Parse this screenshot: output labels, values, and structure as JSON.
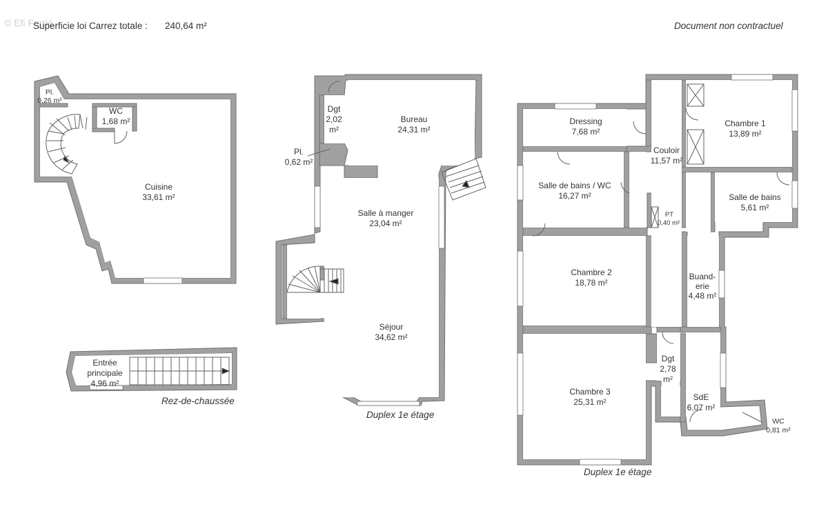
{
  "header": {
    "watermark": "© Efi Ferrié",
    "total_area_label": "Superficie loi Carrez totale :",
    "total_area_value": "240,64 m²",
    "disclaimer": "Document non contractuel"
  },
  "captions": {
    "ground_floor": "Rez-de-chaussée",
    "duplex_mid": "Duplex 1e étage",
    "duplex_right": "Duplex 1e étage"
  },
  "rooms": {
    "placard_rdc": {
      "name": "Pl.",
      "area": "0,26 m²"
    },
    "wc_rdc": {
      "name": "WC",
      "area": "1,68 m²"
    },
    "cuisine": {
      "name": "Cuisine",
      "area": "33,61 m²"
    },
    "entree": {
      "name1": "Entrée",
      "name2": "principale",
      "area": "4,96 m²"
    },
    "dgt1": {
      "name": "Dgt",
      "area1": "2,02",
      "area2": "m²"
    },
    "bureau": {
      "name": "Bureau",
      "area": "24,31 m²"
    },
    "placard_duplex": {
      "name": "Pl.",
      "area": "0,62 m²"
    },
    "salle_a_manger": {
      "name": "Salle à manger",
      "area": "23,04 m²"
    },
    "sejour": {
      "name": "Séjour",
      "area": "34,62 m²"
    },
    "dressing": {
      "name": "Dressing",
      "area": "7,68 m²"
    },
    "couloir": {
      "name": "Couloir",
      "area": "11,57 m²"
    },
    "chambre1": {
      "name": "Chambre 1",
      "area": "13,89 m²"
    },
    "sdb_wc": {
      "name": "Salle de bains / WC",
      "area": "16,27 m²"
    },
    "pt": {
      "name": "PT",
      "area": "0,40 m²"
    },
    "sdb": {
      "name": "Salle de bains",
      "area": "5,61 m²"
    },
    "chambre2": {
      "name": "Chambre 2",
      "area": "18,78 m²"
    },
    "buanderie": {
      "name1": "Buand-",
      "name2": "erie",
      "area": "4,48 m²"
    },
    "dgt2": {
      "name": "Dgt",
      "area1": "2,78",
      "area2": "m²"
    },
    "chambre3": {
      "name": "Chambre 3",
      "area": "25,31 m²"
    },
    "sde": {
      "name": "SdE",
      "area": "6,07 m²"
    },
    "wc_duplex": {
      "name": "WC",
      "area": "0,81 m²"
    }
  },
  "colors": {
    "wall": "#a0a0a0",
    "wall_stroke": "#707070",
    "line": "#555555"
  }
}
